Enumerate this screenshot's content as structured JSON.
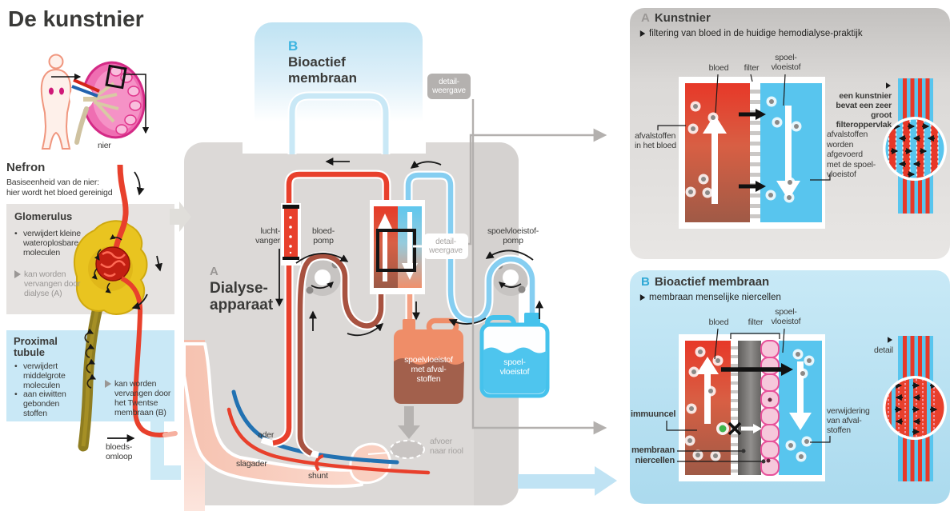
{
  "page": {
    "title": "De kunstnier"
  },
  "chars": {
    "bullet": "•"
  },
  "anatomy": {
    "kidney_caption": "nier"
  },
  "nefron": {
    "heading": "Nefron",
    "subtitle": "Basiseenheid van de nier:\nhier wordt het bloed gereinigd",
    "glomerulus_heading": "Glomerulus",
    "glomerulus_bullet": "verwijdert kleine\nwateroplosbare\nmoleculen",
    "glomerulus_note": "kan worden\nvervangen door\ndialyse (A)",
    "proximal_heading": "Proximal\ntubule",
    "proximal_bullet1": "verwijdert\nmiddelgrote\nmoleculen",
    "proximal_bullet2": "aan eiwitten\ngebonden\nstoffen",
    "proximal_note": "kan worden\nvervangen door\nhet Twentse\nmembraan (B)",
    "bloodloop": "bloeds-\nomloop"
  },
  "machine": {
    "b_letter": "B",
    "b_title": "Bioactief\nmembraan",
    "a_letter": "A",
    "a_title": "Dialyse-\napparaat",
    "luchtvanger": "lucht-\nvanger",
    "bloedpomp": "bloed-\npomp",
    "spoelpomp": "spoelvloeistof-\npomp",
    "detail_top": "detail-\nweergave",
    "detail_mid": "detail-\nweergave",
    "waste_container": "spoelvloeistof\nmet afval-\nstoffen",
    "clean_container": "spoel-\nvloeistof",
    "drain": "afvoer\nnaar riool",
    "ader": "ader",
    "slagader": "slagader",
    "shunt": "shunt"
  },
  "panel_a": {
    "letter": "A",
    "title": "Kunstnier",
    "subtitle": "filtering van bloed in de huidige hemodialyse-praktijk",
    "bloed": "bloed",
    "filter": "filter",
    "spoelvloeistof": "spoel-\nvloeistof",
    "left_note": "afvalstoffen\nin het bloed",
    "right_note": "afvalstoffen\nworden\nafgevoerd\nmet de spoel-\nvloeistof",
    "detail_note": "een kunstnier\nbevat een zeer groot\nfilteroppervlak"
  },
  "panel_b": {
    "letter": "B",
    "title": "Bioactief membraan",
    "subtitle": "membraan menselijke niercellen",
    "bloed": "bloed",
    "filter": "filter",
    "spoelvloeistof": "spoel-\nvloeistof",
    "immuuncel": "immuuncel",
    "membraan": "membraan",
    "niercellen": "niercellen",
    "right_note": "verwijdering\nvan afval-\nstoffen",
    "detail_label": "detail"
  },
  "colors": {
    "blood_red": "#e8402c",
    "blood_dark": "#a85240",
    "dialysate_cyan": "#58c5ee",
    "tube_blue": "#85cef1",
    "machine_gray": "#dcd9d7",
    "panel_b_bg": "#c8e9f6",
    "accent_cyan": "#2fa8d5",
    "waste_brown": "#a2604c",
    "waste_salmon": "#ef8d68"
  }
}
